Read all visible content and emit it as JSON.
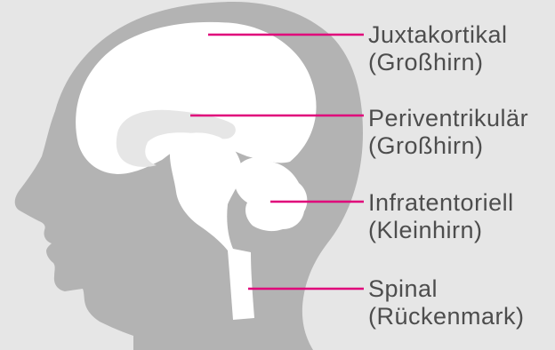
{
  "colors": {
    "background": "#e6e6e6",
    "head": "#b3b3b3",
    "brain": "#ffffff",
    "leader_line": "#e0007a",
    "label_text": "#4d4d4d"
  },
  "labels": [
    {
      "line1": "Juxtakortikal",
      "line2": "(Großhirn)"
    },
    {
      "line1": "Periventrikulär",
      "line2": "(Großhirn)"
    },
    {
      "line1": "Infratentoriell",
      "line2": "(Kleinhirn)"
    },
    {
      "line1": "Spinal",
      "line2": "(Rückenmark)"
    }
  ]
}
